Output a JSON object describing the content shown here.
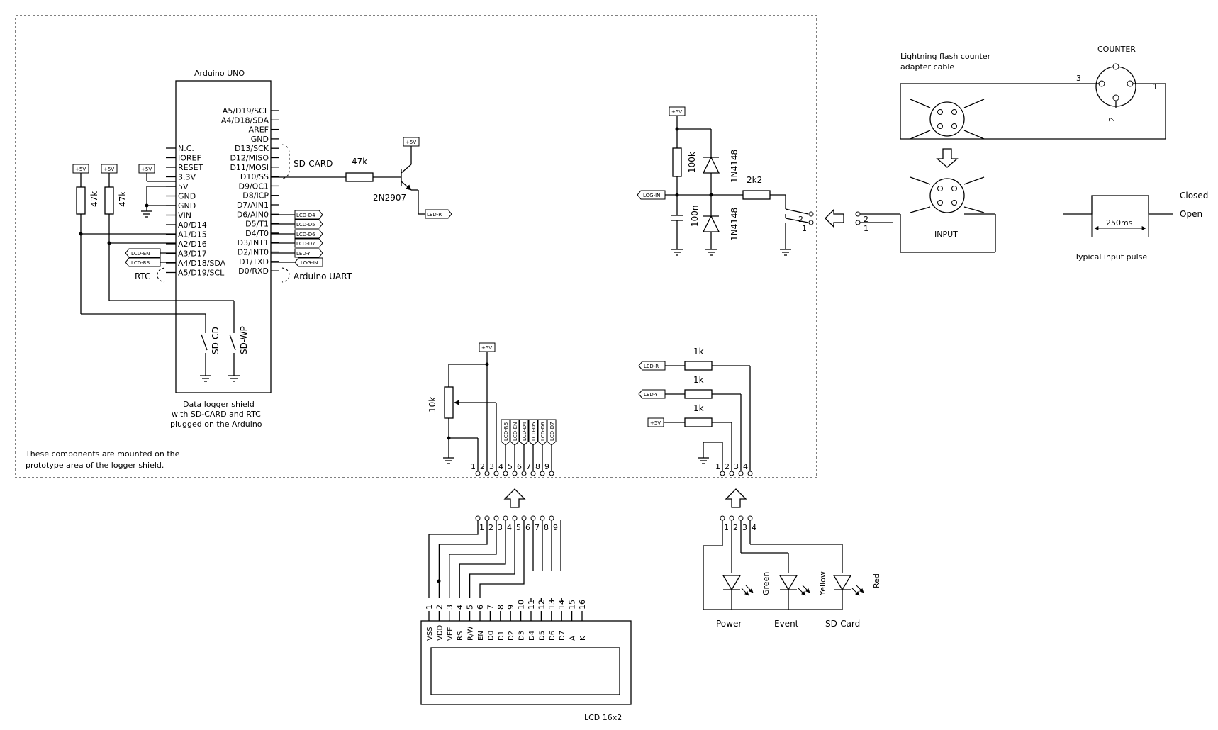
{
  "arduino": {
    "title": "Arduino UNO",
    "left_pins": [
      "N.C.",
      "IOREF",
      "RESET",
      "3.3V",
      "5V",
      "GND",
      "GND",
      "VIN",
      "A0/D14",
      "A1/D15",
      "A2/D16",
      "A3/D17",
      "A4/D18/SDA",
      "A5/D19/SCL"
    ],
    "right_pins": [
      "A5/D19/SCL",
      "A4/D18/SDA",
      "AREF",
      "GND",
      "D13/SCK",
      "D12/MISO",
      "D11/MOSI",
      "D10/SS",
      "D9/OC1",
      "D8/ICP",
      "D7/AIN1",
      "D6/AIN0",
      "D5/T1",
      "D4/T0",
      "D3/INT1",
      "D2/INT0",
      "D1/TXD",
      "D0/RXD"
    ],
    "caption": [
      "Data logger shield",
      "with SD-CARD and RTC",
      "plugged on the Arduino"
    ]
  },
  "groups": {
    "sd_card": "SD-CARD",
    "uart": "Arduino UART",
    "rtc": "RTC"
  },
  "supply": "+5V",
  "net_tags": {
    "lcd_d4": "LCD-D4",
    "lcd_d5": "LCD-D5",
    "lcd_d6": "LCD-D6",
    "lcd_d7": "LCD-D7",
    "led_y": "LED-Y",
    "log_in": "LOG-IN",
    "lcd_en": "LCD-EN",
    "lcd_rs": "LCD-RS",
    "led_r": "LED-R"
  },
  "parts": {
    "r_47k": "47k",
    "transistor": "2N2907",
    "sw_cd": "SD-CD",
    "sw_wp": "SD-WP",
    "r_100k": "100k",
    "c_100n": "100n",
    "d_1n4148": "1N4148",
    "r_2k2": "2k2",
    "pot": "10k",
    "r_1k": "1k"
  },
  "proto_note": [
    "These components are mounted on the",
    "prototype area of the logger shield."
  ],
  "counter": {
    "cable_label": [
      "Lightning flash counter",
      "adapter cable"
    ],
    "counter_label": "COUNTER",
    "input_label": "INPUT",
    "pins": {
      "p1": "1",
      "p2": "2",
      "p3": "3"
    }
  },
  "pulse": {
    "closed": "Closed",
    "open": "Open",
    "width": "250ms",
    "caption": "Typical input pulse"
  },
  "headers": {
    "lcd_pins": [
      "1",
      "2",
      "3",
      "4",
      "5",
      "6",
      "7",
      "8",
      "9"
    ],
    "led_pins": [
      "1",
      "2",
      "3",
      "4"
    ],
    "in_pins": [
      "2",
      "1"
    ]
  },
  "lcd": {
    "caption": "LCD 16x2",
    "pin_numbers": [
      "1",
      "2",
      "3",
      "4",
      "5",
      "6",
      "7",
      "8",
      "9",
      "10",
      "11",
      "12",
      "13",
      "14",
      "15",
      "16"
    ],
    "pin_names": [
      "VSS",
      "VDD",
      "VEE",
      "RS",
      "R/W",
      "EN",
      "D0",
      "D1",
      "D2",
      "D3",
      "D4",
      "D5",
      "D6",
      "D7",
      "A",
      "K"
    ]
  },
  "leds": {
    "colors": [
      "Green",
      "Yellow",
      "Red"
    ],
    "functions": [
      "Power",
      "Event",
      "SD-Card"
    ]
  }
}
